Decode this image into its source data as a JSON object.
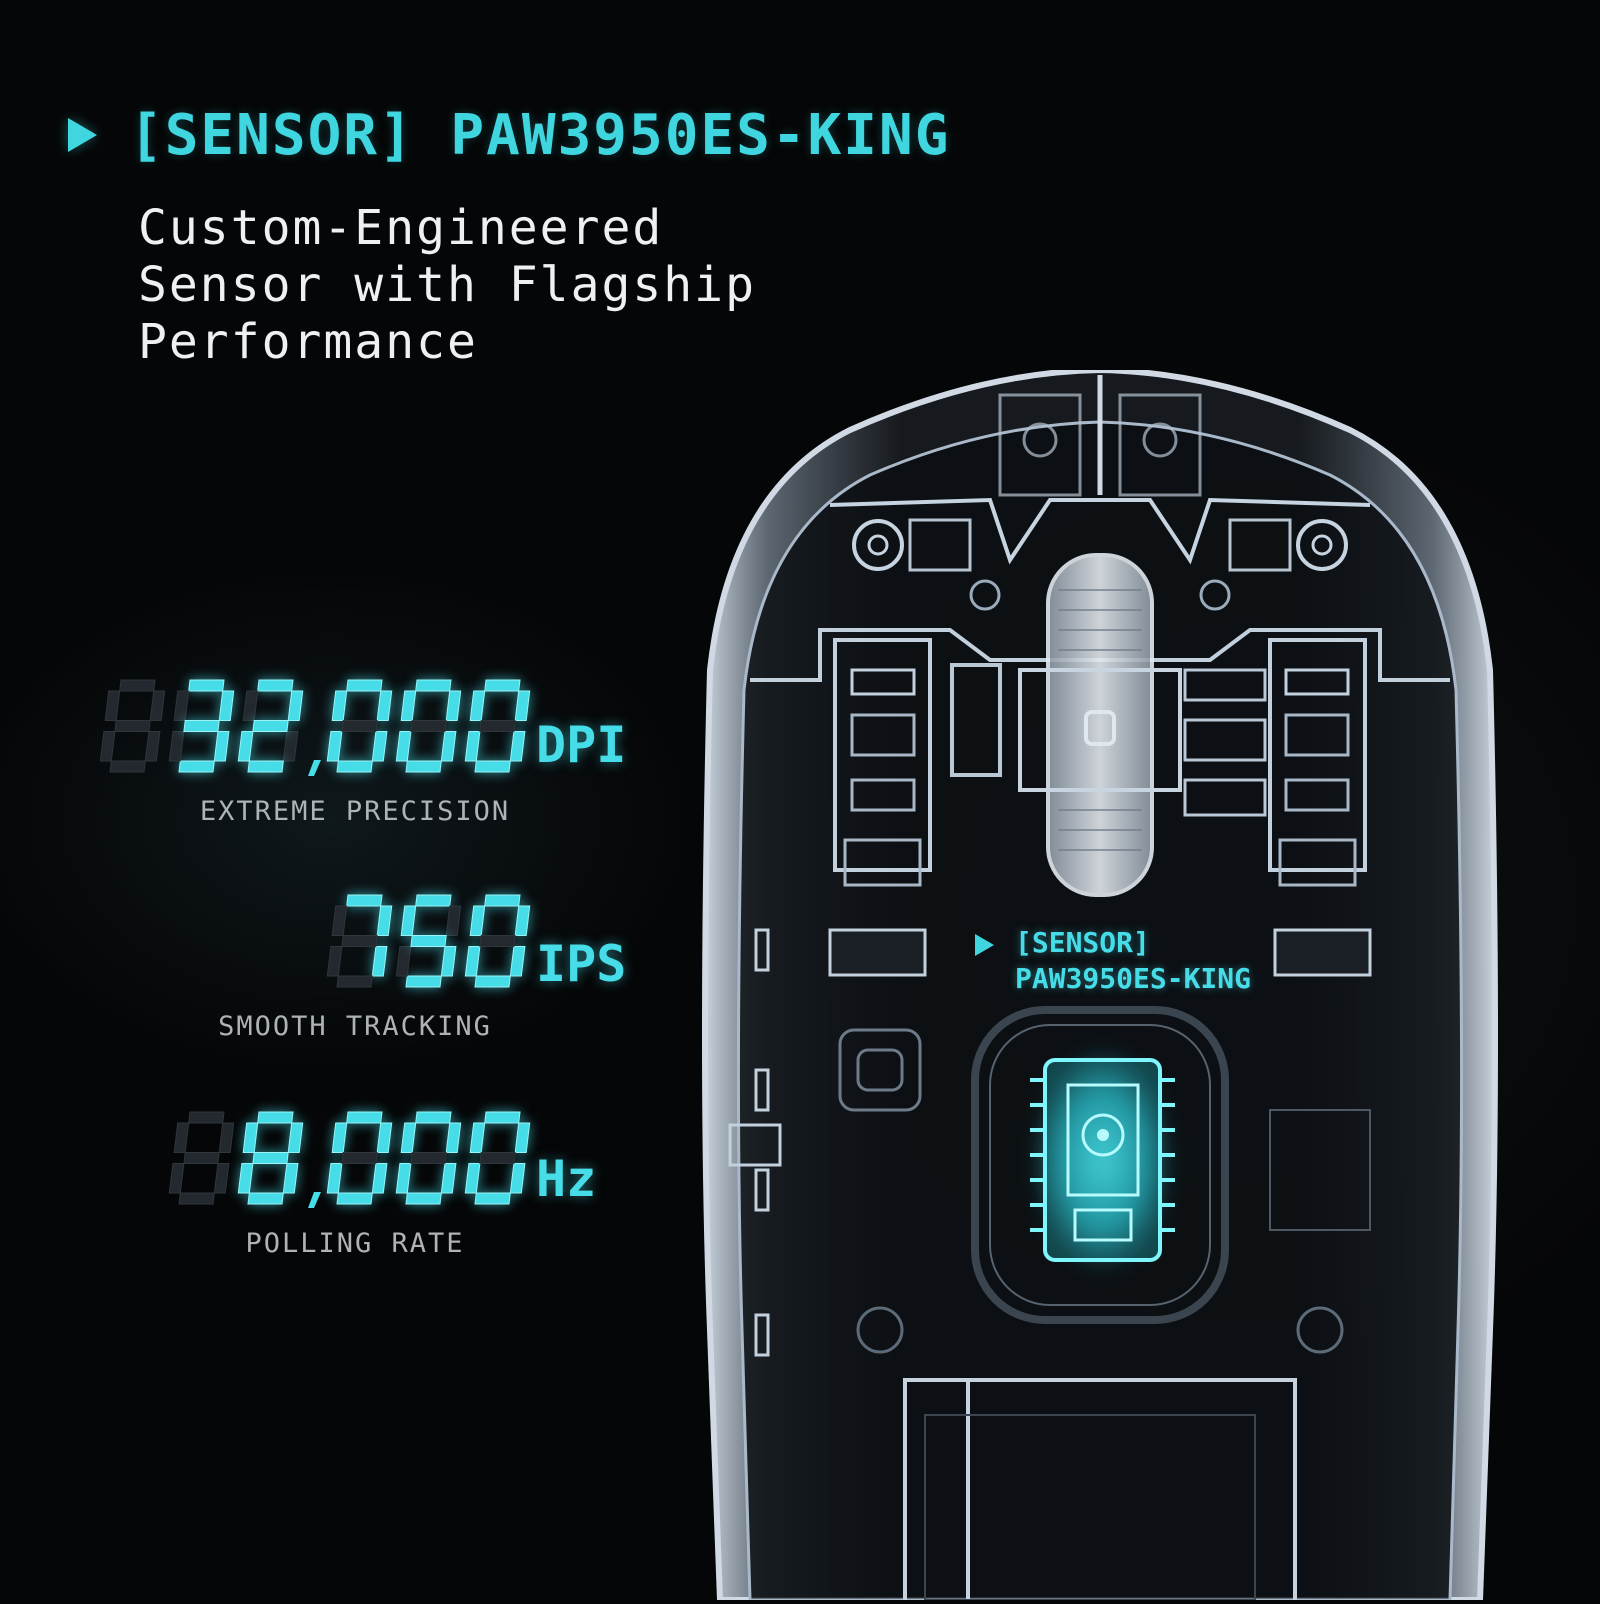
{
  "headline": {
    "icon": "play-triangle-icon",
    "text": "[SENSOR] PAW3950ES-KING"
  },
  "subtitle": {
    "lines": [
      "Custom-Engineered",
      "Sensor with Flagship",
      "Performance"
    ]
  },
  "stats": [
    {
      "value": "32,000",
      "unit": "DPI",
      "caption": "EXTREME PRECISION"
    },
    {
      "value": "750",
      "unit": "IPS",
      "caption": "SMOOTH TRACKING"
    },
    {
      "value": "8,000",
      "unit": "Hz",
      "caption": "POLLING RATE"
    }
  ],
  "callout": {
    "icon": "play-triangle-icon",
    "lines": [
      "[SENSOR]",
      "PAW3950ES-KING"
    ]
  },
  "colors": {
    "accent": "#3fd6e0",
    "background": "#050607",
    "text": "#eef0f2",
    "caption": "#aeb3b8",
    "xray": "#c8d6e6"
  },
  "image": "x-ray-mouse-illustration"
}
